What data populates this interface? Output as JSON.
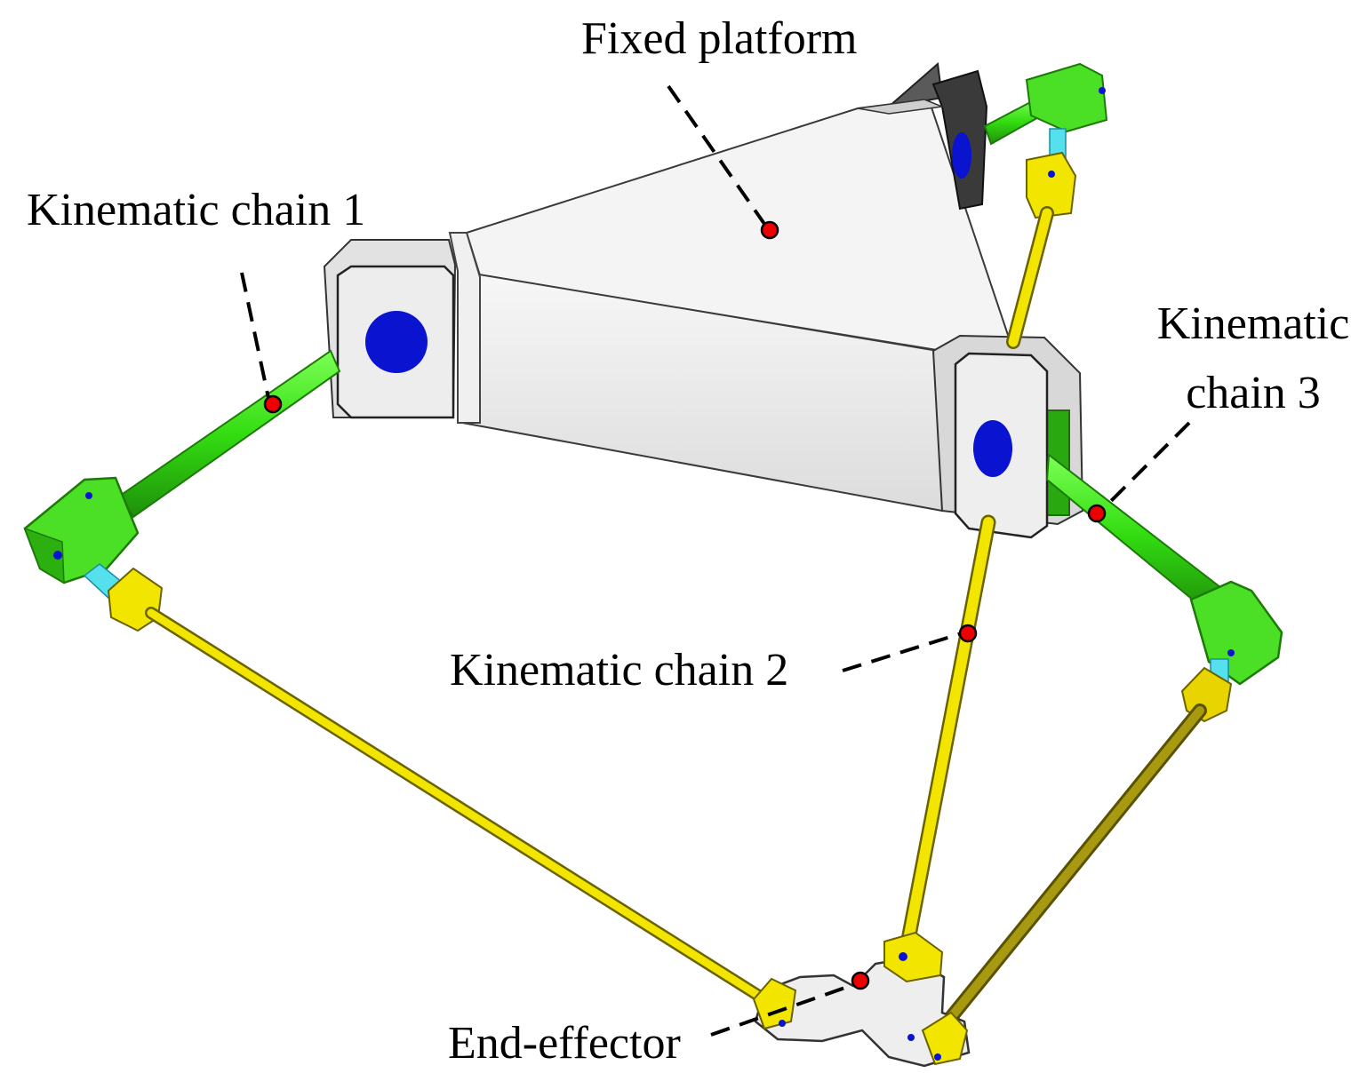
{
  "labels": {
    "fixed_platform": "Fixed platform",
    "chain1": "Kinematic chain 1",
    "chain2": "Kinematic chain 2",
    "chain3_line1": "Kinematic",
    "chain3_line2": "chain 3",
    "end_effector": "End-effector"
  },
  "colors": {
    "background": "#ffffff",
    "platform": "#ebebeb",
    "platform_edge": "#3a3a3a",
    "joint_blue": "#0a14d0",
    "active_arm": "#33dd11",
    "active_arm_dark": "#1e8f0a",
    "passive_link": "#f2e600",
    "passive_link_dark": "#8a7e00",
    "ball_joint": "#55e0ee",
    "marker": "#ee0000",
    "leader_line": "#000000"
  }
}
